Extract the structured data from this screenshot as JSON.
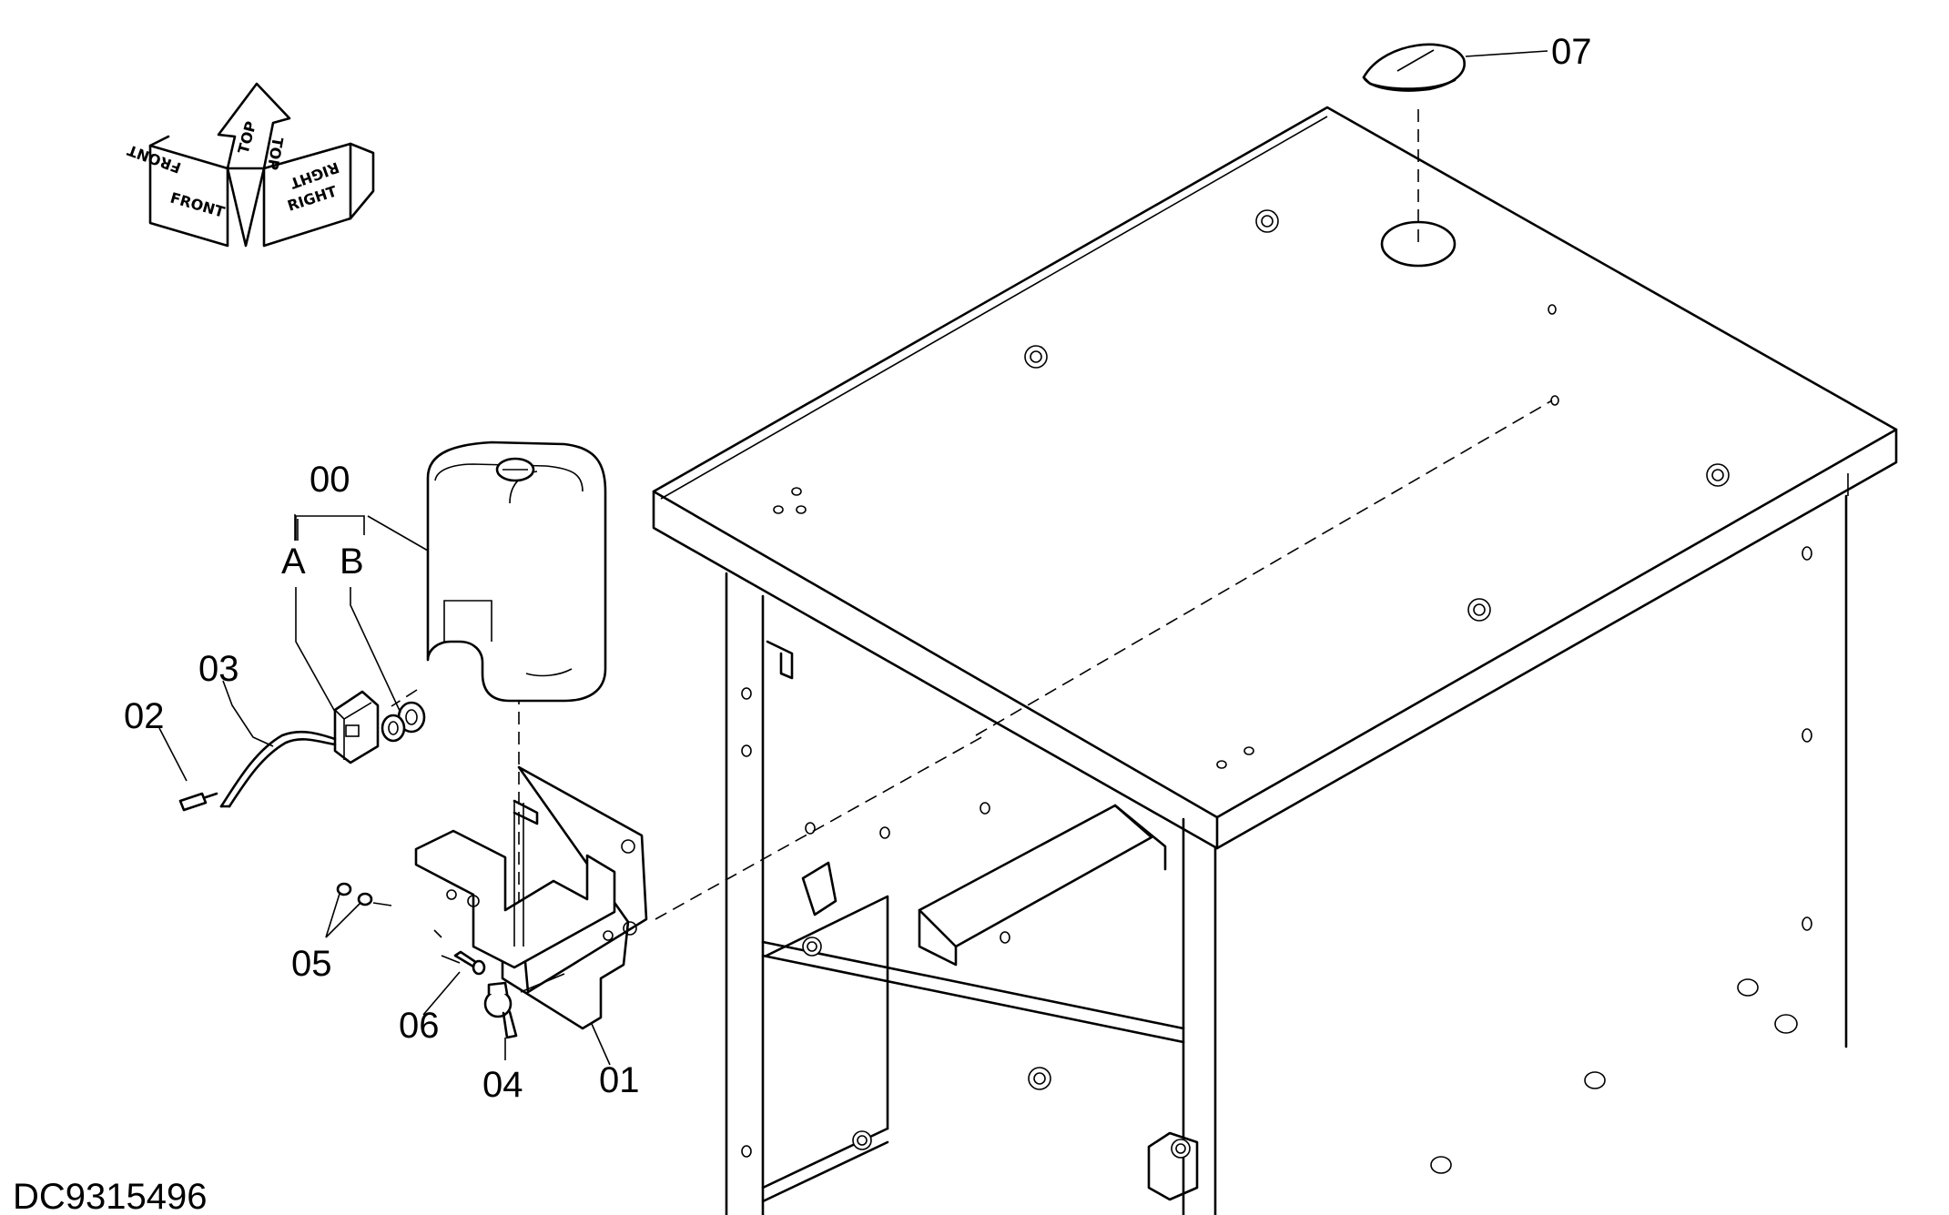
{
  "document_id": "DC9315496",
  "orientation_indicator": {
    "front": "FRONT",
    "top": "TOP",
    "right": "RIGHT"
  },
  "callouts": {
    "c00": "00",
    "cA": "A",
    "cB": "B",
    "c01": "01",
    "c02": "02",
    "c03": "03",
    "c04": "04",
    "c05": "05",
    "c06": "06",
    "c07": "07"
  }
}
